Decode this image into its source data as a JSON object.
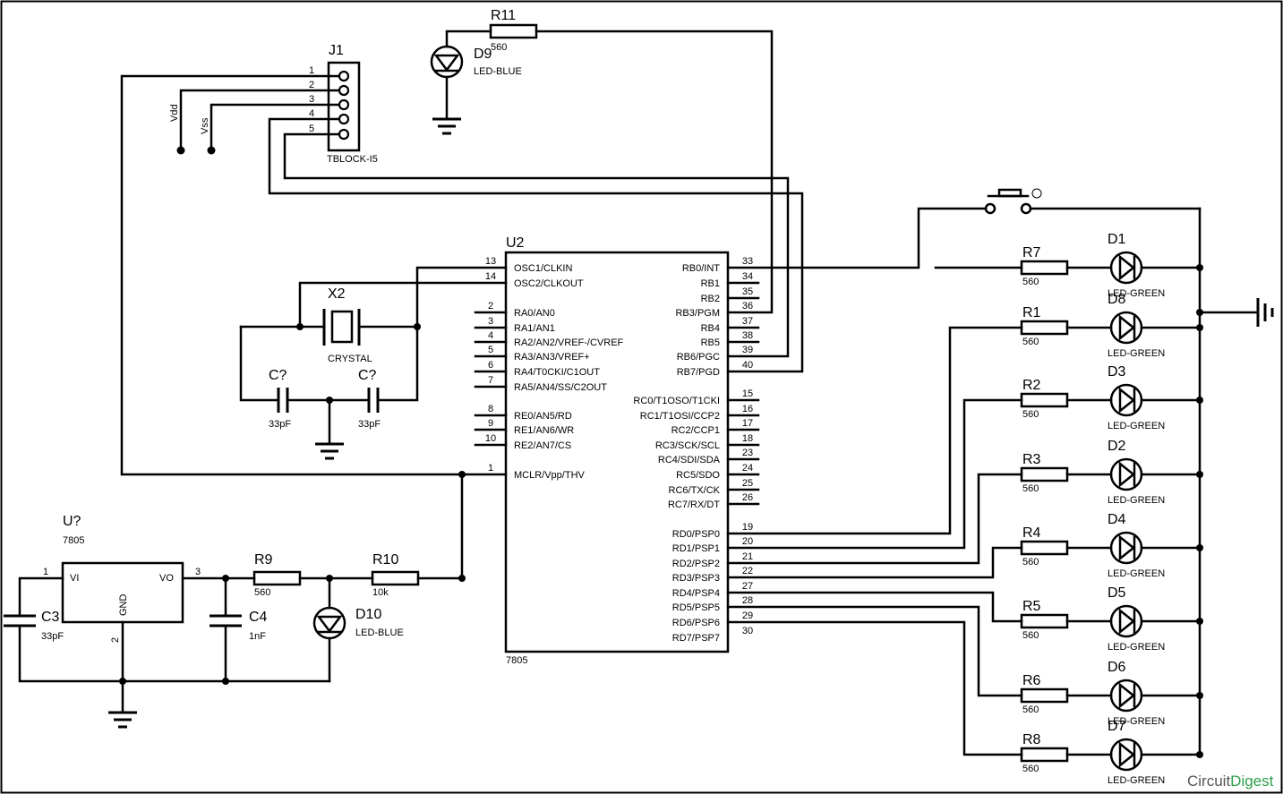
{
  "brand": {
    "a": "Circuit",
    "b": "Digest",
    "accent": "#2e9e48"
  },
  "u2": {
    "ref": "U2",
    "value": "7805",
    "left_pins": [
      {
        "num": "13",
        "name": "OSC1/CLKIN"
      },
      {
        "num": "14",
        "name": "OSC2/CLKOUT"
      },
      {
        "num": "2",
        "name": "RA0/AN0"
      },
      {
        "num": "3",
        "name": "RA1/AN1"
      },
      {
        "num": "4",
        "name": "RA2/AN2/VREF-/CVREF"
      },
      {
        "num": "5",
        "name": "RA3/AN3/VREF+"
      },
      {
        "num": "6",
        "name": "RA4/T0CKI/C1OUT"
      },
      {
        "num": "7",
        "name": "RA5/AN4/SS/C2OUT"
      },
      {
        "num": "8",
        "name": "RE0/AN5/RD"
      },
      {
        "num": "9",
        "name": "RE1/AN6/WR"
      },
      {
        "num": "10",
        "name": "RE2/AN7/CS"
      },
      {
        "num": "1",
        "name": "MCLR/Vpp/THV"
      }
    ],
    "right_pins": [
      {
        "num": "33",
        "name": "RB0/INT"
      },
      {
        "num": "34",
        "name": "RB1"
      },
      {
        "num": "35",
        "name": "RB2"
      },
      {
        "num": "36",
        "name": "RB3/PGM"
      },
      {
        "num": "37",
        "name": "RB4"
      },
      {
        "num": "38",
        "name": "RB5"
      },
      {
        "num": "39",
        "name": "RB6/PGC"
      },
      {
        "num": "40",
        "name": "RB7/PGD"
      },
      {
        "num": "15",
        "name": "RC0/T1OSO/T1CKI"
      },
      {
        "num": "16",
        "name": "RC1/T1OSI/CCP2"
      },
      {
        "num": "17",
        "name": "RC2/CCP1"
      },
      {
        "num": "18",
        "name": "RC3/SCK/SCL"
      },
      {
        "num": "23",
        "name": "RC4/SDI/SDA"
      },
      {
        "num": "24",
        "name": "RC5/SDO"
      },
      {
        "num": "25",
        "name": "RC6/TX/CK"
      },
      {
        "num": "26",
        "name": "RC7/RX/DT"
      },
      {
        "num": "19",
        "name": "RD0/PSP0"
      },
      {
        "num": "20",
        "name": "RD1/PSP1"
      },
      {
        "num": "21",
        "name": "RD2/PSP2"
      },
      {
        "num": "22",
        "name": "RD3/PSP3"
      },
      {
        "num": "27",
        "name": "RD4/PSP4"
      },
      {
        "num": "28",
        "name": "RD5/PSP5"
      },
      {
        "num": "29",
        "name": "RD6/PSP6"
      },
      {
        "num": "30",
        "name": "RD7/PSP7"
      }
    ]
  },
  "j1": {
    "ref": "J1",
    "value": "TBLOCK-I5",
    "pins": [
      "1",
      "2",
      "3",
      "4",
      "5"
    ],
    "vdd": "Vdd",
    "vss": "Vss"
  },
  "r11": {
    "ref": "R11",
    "value": "560"
  },
  "d9": {
    "ref": "D9",
    "value": "LED-BLUE"
  },
  "x2": {
    "ref": "X2",
    "value": "CRYSTAL"
  },
  "c_osc1": {
    "ref": "C?",
    "value": "33pF"
  },
  "c_osc2": {
    "ref": "C?",
    "value": "33pF"
  },
  "reg": {
    "ref": "U?",
    "value": "7805",
    "vi": "VI",
    "vo": "VO",
    "gnd": "GND",
    "pin1": "1",
    "pin2": "2",
    "pin3": "3"
  },
  "c3": {
    "ref": "C3",
    "value": "33pF"
  },
  "c4": {
    "ref": "C4",
    "value": "1nF"
  },
  "r9": {
    "ref": "R9",
    "value": "560"
  },
  "r10": {
    "ref": "R10",
    "value": "10k"
  },
  "d10": {
    "ref": "D10",
    "value": "LED-BLUE"
  },
  "leds": [
    {
      "r": "R7",
      "rv": "560",
      "d": "D1",
      "dv": "LED-GREEN"
    },
    {
      "r": "R1",
      "rv": "560",
      "d": "D8",
      "dv": "LED-GREEN"
    },
    {
      "r": "R2",
      "rv": "560",
      "d": "D3",
      "dv": "LED-GREEN"
    },
    {
      "r": "R3",
      "rv": "560",
      "d": "D2",
      "dv": "LED-GREEN"
    },
    {
      "r": "R4",
      "rv": "560",
      "d": "D4",
      "dv": "LED-GREEN"
    },
    {
      "r": "R5",
      "rv": "560",
      "d": "D5",
      "dv": "LED-GREEN"
    },
    {
      "r": "R6",
      "rv": "560",
      "d": "D6",
      "dv": "LED-GREEN"
    },
    {
      "r": "R8",
      "rv": "560",
      "d": "D7",
      "dv": "LED-GREEN"
    }
  ]
}
